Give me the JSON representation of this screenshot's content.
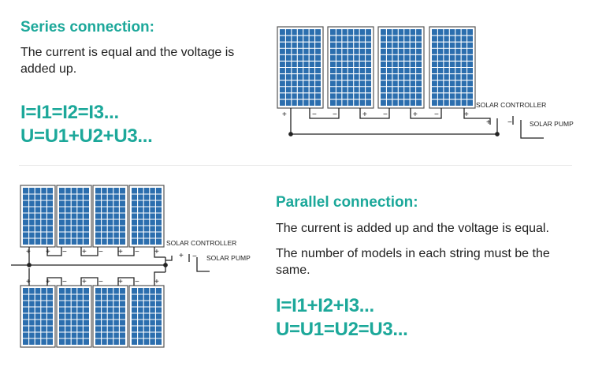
{
  "series": {
    "title": "Series connection:",
    "description": "The current is equal and the voltage is added up.",
    "formula_current": "I=I1=I2=I3...",
    "formula_voltage": "U=U1+U2+U3..."
  },
  "parallel": {
    "title": "Parallel connection:",
    "description": "The current is added up and the voltage is equal.",
    "note": "The number of models in each string must be the same.",
    "formula_current": "I=I1+I2+I3...",
    "formula_voltage": "U=U1=U2=U3..."
  },
  "labels": {
    "controller": "SOLAR CONTROLLER",
    "pump": "SOLAR PUMP",
    "plus": "+",
    "minus": "−"
  },
  "colors": {
    "accent": "#1ca89a",
    "panel_fill": "#2b6eae",
    "panel_grid": "#ffffff",
    "wire": "#222222"
  }
}
